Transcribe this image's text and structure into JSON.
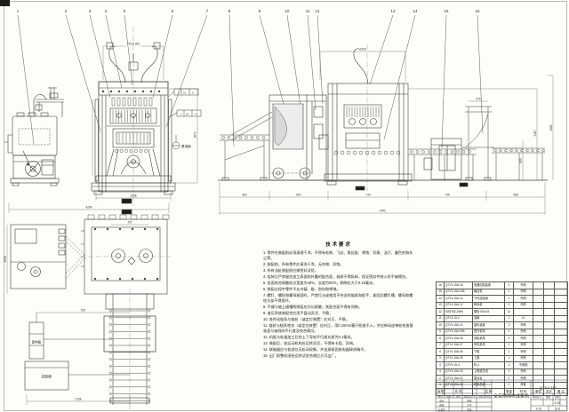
{
  "sheet": {
    "line_color": "#3f3f3f",
    "dim_color": "#555555",
    "bg": "#fdfdfc"
  },
  "balloons": {
    "labels": [
      "1",
      "2",
      "3",
      "4",
      "5",
      "6",
      "7",
      "8",
      "9",
      "10",
      "11",
      "12",
      "13",
      "14",
      "15",
      "16"
    ]
  },
  "dimensions": {
    "front_top": "794.8 962",
    "front_bottom": "2258",
    "front_right": "1670",
    "overall_front": "4294",
    "plan_top": "757",
    "plan_mid": "728",
    "plan_left": "1598",
    "plan_bottom": "2198",
    "line_top": "1425",
    "stand_top": "478",
    "line_b1": "962",
    "line_b2": "857",
    "line_b3": "744",
    "line_b4": "745",
    "line_b5": "968",
    "line_total": "7440",
    "line_r1": "835",
    "line_r2": "2167",
    "line_r3": "2685"
  },
  "callouts": {
    "fcf_sym": "//",
    "fcf_val": "0.1",
    "fcf_ref": "A",
    "datum": "基准面"
  },
  "plan_labels": {
    "box_small": "配电箱",
    "box_large": "控制柜"
  },
  "tech_requirements": {
    "title": "技术要求",
    "items": [
      "零件在装配前必须清理干净，不得有毛刺、飞边、氧化皮、锈蚀、切屑、油污、着色剂和灰尘等。",
      "装配前，所有零件应清洗干净，无杂物、异物。",
      "所有油缸装配前应做密封试验。",
      "组装后严禁碰伤加工表面和外露的配合面，轴承不得拆卸，保证密封件装入时不被擦伤。",
      "齿面啮合接触斑点宽度为40%，长度为50%，侧隙应大于0.15毫米。",
      "装配过程中零件不允许磕、碰、划伤和锈蚀。",
      "螺钉、螺栓和螺母紧固时，严禁打击或使用不合适的旋具和扳手，紧固后螺钉槽、螺母和螺栓头部不得损坏。",
      "平键与轴上键槽两侧面应均匀接触，其配合面不得有间隙。",
      "液压系统装配完应用手盘动灵活、平稳。",
      "各传动链条与链轮（或定位装置）应对正、平稳。",
      "链轮与链条啮合（或定位装置）应对正，用0.10mm塞尺检查不入，并应带动皮带轮检查基准面与轴线的平行度及咬合情况。",
      "机架与轨道加工后的上下导轨平行度允差为0.1毫米。",
      "装配后，各运动机构应运转灵活，不得有卡阻、异响。",
      "联轴器应与各部位无松动现象，并连接紧固各电器接线端子。",
      "出厂前整机须经运转试验合格后方可出厂。"
    ]
  },
  "parts_table": {
    "headers": [
      "序号",
      "代 号",
      "名 称",
      "数量",
      "材 料",
      "单件",
      "总计",
      "备 注"
    ],
    "rows": [
      [
        "16",
        "QTY4-15A.16",
        "电器控制装置",
        "1",
        "外购",
        "",
        "",
        ""
      ],
      [
        "15",
        "QTY4-15A.15A",
        "输送机",
        "1",
        "外购",
        "",
        "",
        ""
      ],
      [
        "14",
        "QTY4-15A.14",
        "下传送装置",
        "1",
        "外购",
        "",
        "",
        ""
      ],
      [
        "13",
        "QTY4-15A.12",
        "码垛机",
        "1",
        "外购",
        "",
        "",
        ""
      ],
      [
        "12",
        "GB5782-1986",
        "螺栓 M24×5",
        "12",
        "",
        "",
        "",
        ""
      ],
      [
        "11",
        "QTY4-15-2",
        "油管",
        "1",
        "L2",
        "",
        "",
        ""
      ],
      [
        "10",
        "QTY4-15A.10",
        "接料装置",
        "2",
        "外购",
        "",
        "",
        ""
      ],
      [
        "9",
        "QTY4-15A.09A",
        "提升机构",
        "1",
        "外购",
        "",
        "",
        ""
      ],
      [
        "8",
        "QTY4-15A.08",
        "送板机构",
        "1",
        "外购",
        "",
        "",
        ""
      ],
      [
        "7",
        "QTY4-15A.07",
        "布料机构",
        "1",
        "外购",
        "",
        "",
        ""
      ],
      [
        "6",
        "QTY4-15A.06",
        "下模",
        "1",
        "外购",
        "",
        "",
        ""
      ],
      [
        "5",
        "QTY4-15A.05",
        "上模",
        "1",
        "外购",
        "",
        "",
        ""
      ],
      [
        "4",
        "QTY4-15-4",
        "料斗",
        "1",
        "不锈钢",
        "",
        "",
        ""
      ],
      [
        "3",
        "QTY4-15A.03",
        "上横梁总成",
        "1",
        "外购",
        "",
        "",
        ""
      ],
      [
        "2",
        "QTY4-15A.02",
        "振动台",
        "1",
        "外购",
        "",
        "",
        ""
      ],
      [
        "1",
        "QTY4-15A.01",
        "机架总成",
        "1",
        "焊接",
        "",
        "",
        ""
      ]
    ]
  },
  "title_block": {
    "title": "全自动砌块成型机",
    "drawing_no": "QTY4-15A",
    "stage_label": "阶段标记",
    "weight_label": "重量",
    "scale_label": "比例",
    "scale_value": "1:10",
    "sheet_left": "共 张",
    "sheet_right": "第 张",
    "rev_labels": [
      "标记",
      "处数",
      "分区",
      "更改文件号",
      "签名",
      "年月日"
    ],
    "staff_labels": [
      "设计",
      "校核",
      "标准化",
      "审核",
      "工艺",
      "批准"
    ]
  }
}
